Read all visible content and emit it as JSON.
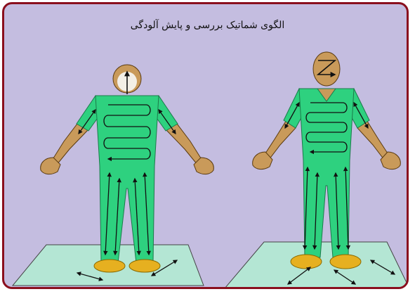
{
  "title": "الگوی شماتیک بررسی و پایش آلودگی",
  "colors": {
    "frame_border": "#8a0f1e",
    "background": "#c4bde0",
    "suit": "#2ed17f",
    "suit_stroke": "#1b7a4a",
    "skin": "#c99a5a",
    "shoe": "#e6b020",
    "mat": "#b4e6d4",
    "arrow": "#111111"
  },
  "figures": [
    {
      "name": "back-view",
      "head_icon": "arrow-up-icon"
    },
    {
      "name": "front-view",
      "head_icon": "zigzag-icon"
    }
  ]
}
